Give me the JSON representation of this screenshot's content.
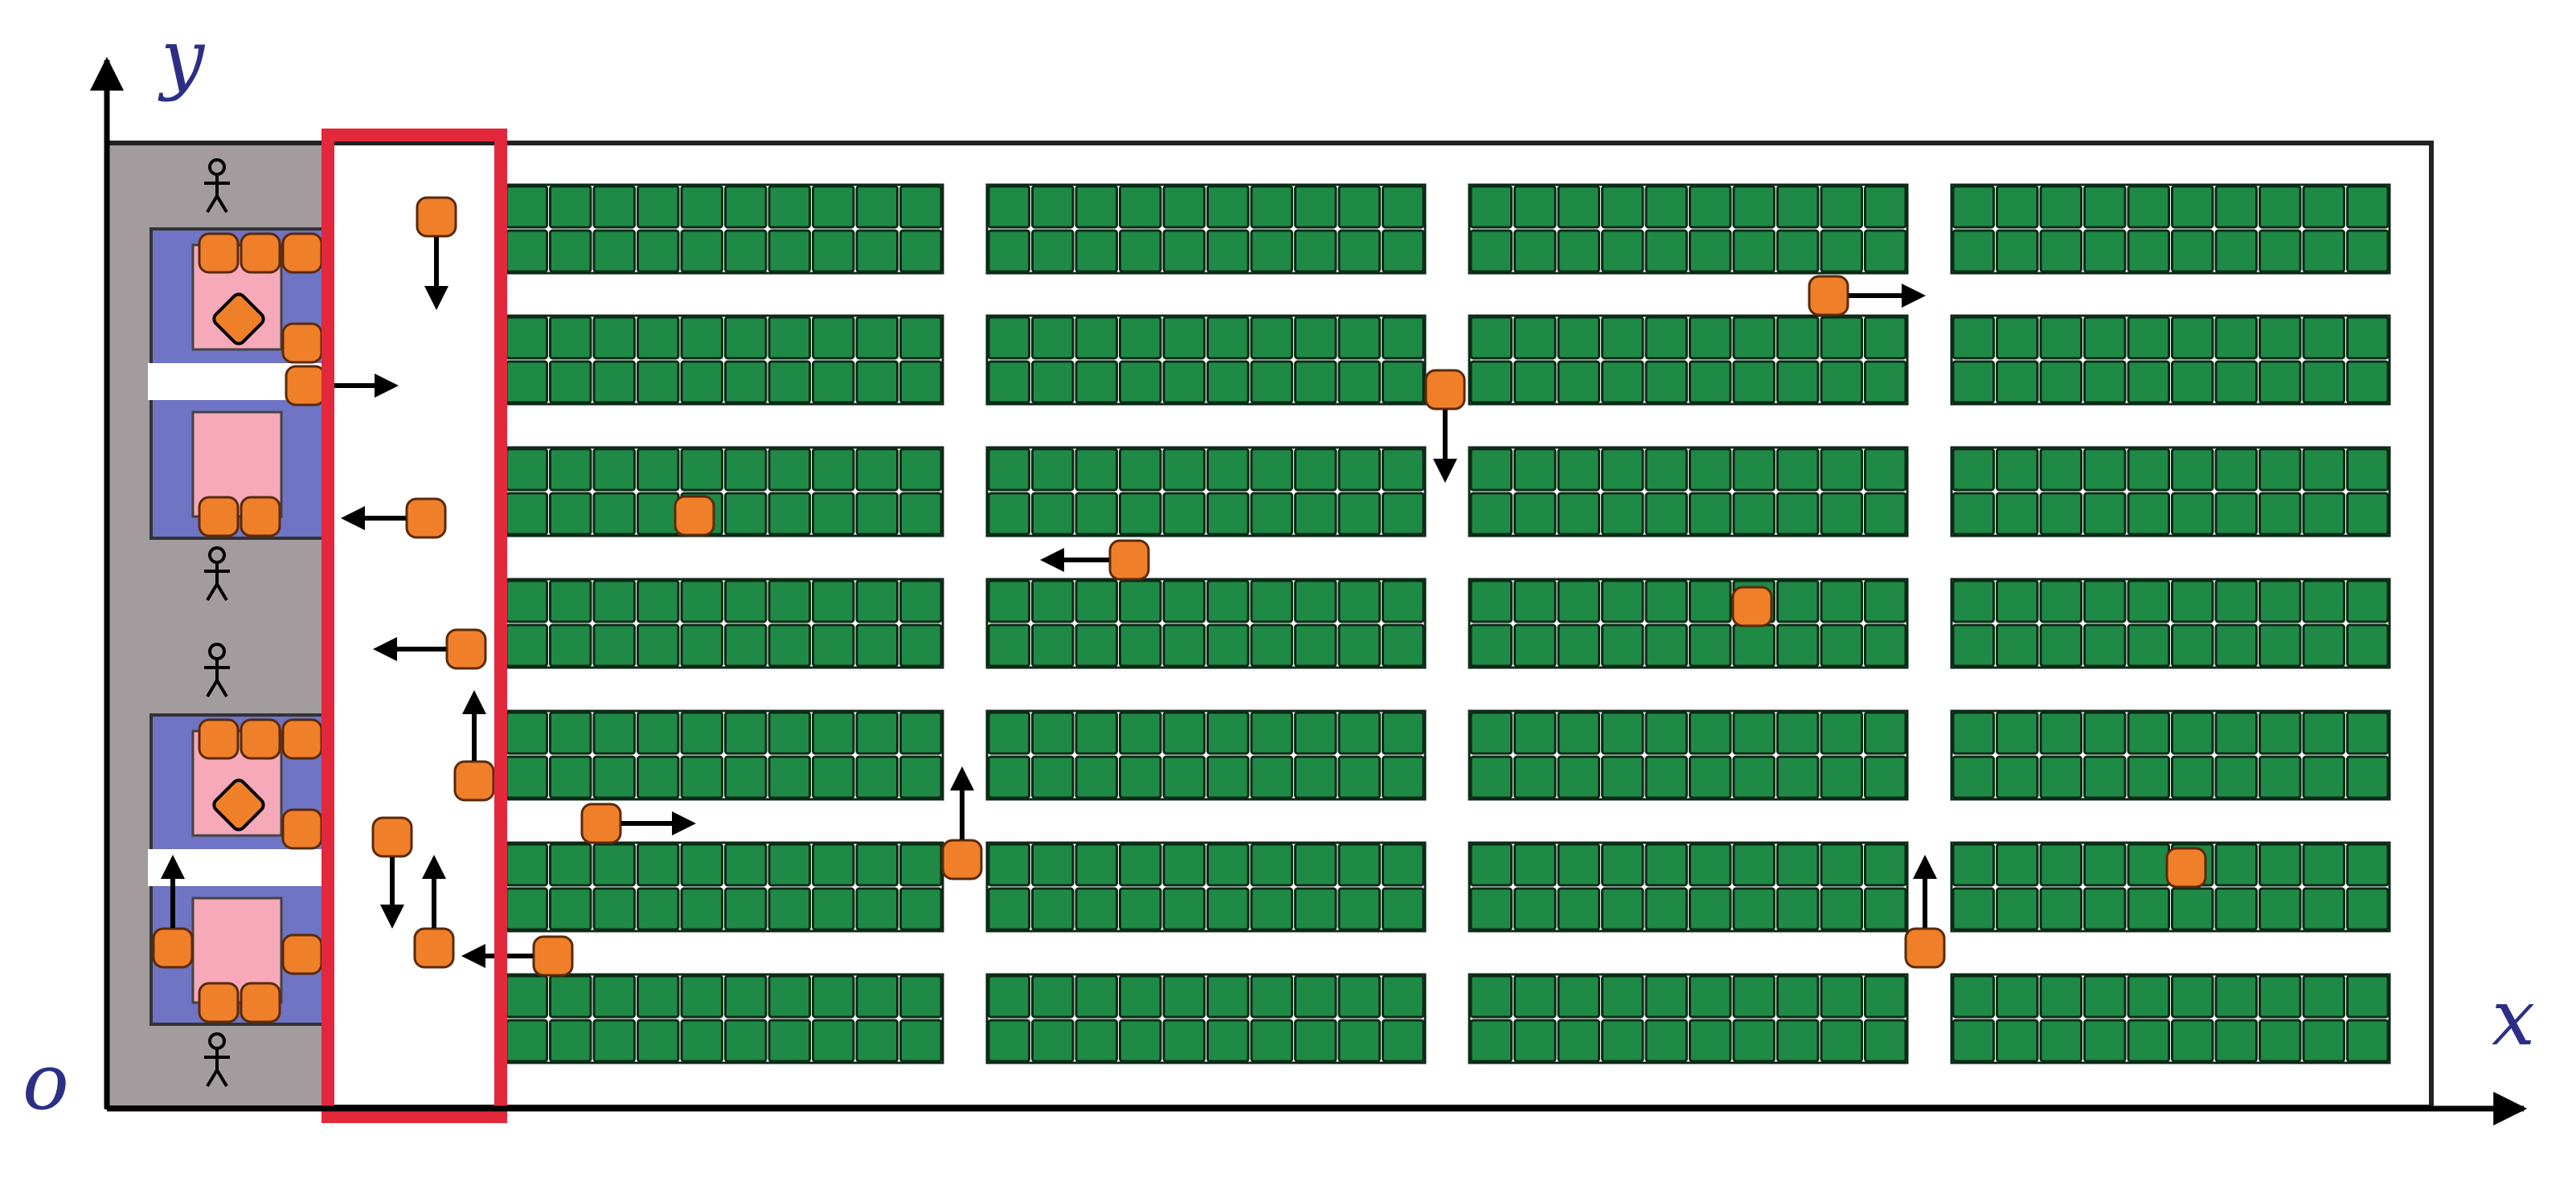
{
  "axes": {
    "x_label": "x",
    "y_label": "y",
    "origin_label": "o"
  },
  "colors": {
    "shelf_fill": "#1f8a45",
    "shelf_line": "#0b2a16",
    "robot_fill": "#f07f2a",
    "robot_line": "#5a2a0a",
    "station_blue": "#6f74c4",
    "station_pink": "#f6a9b8",
    "station_area": "#a39c9f",
    "highlight_red": "#e3283c",
    "axis_label_color": "#2c2f86",
    "arrow_color": "#000000"
  },
  "icons": [
    "person-icon",
    "diamond-icon",
    "robot-icon",
    "arrow-icon"
  ],
  "layout": {
    "station_count": 2,
    "storage_rows": 7,
    "storage_column_groups": 4,
    "shelf_cells_per_block": 10,
    "shelf_cell_rows_per_block": 2
  }
}
